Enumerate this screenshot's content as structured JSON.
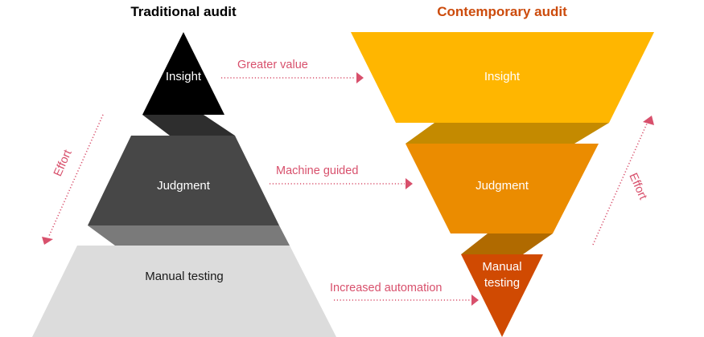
{
  "traditional": {
    "title": "Traditional audit",
    "levels": [
      {
        "label": "Insight",
        "color": "#000000"
      },
      {
        "label": "Judgment",
        "color": "#474747"
      },
      {
        "label": "Manual testing",
        "color": "#dcdcdc"
      }
    ],
    "connector_colors": [
      "#2e2e2e",
      "#7a7a7a"
    ],
    "effort_label": "Effort"
  },
  "contemporary": {
    "title": "Contemporary audit",
    "title_color": "#cc4b0c",
    "levels": [
      {
        "label": "Insight",
        "color": "#ffb600"
      },
      {
        "label": "Judgment",
        "color": "#eb8c00"
      },
      {
        "label_line1": "Manual",
        "label_line2": "testing",
        "color": "#d04a02"
      }
    ],
    "connector_colors": [
      "#c48a00",
      "#b06a00"
    ],
    "effort_label": "Effort"
  },
  "arrows": [
    {
      "label": "Greater value"
    },
    {
      "label": "Machine guided"
    },
    {
      "label": "Increased automation"
    }
  ],
  "accent_color": "#d8506c"
}
